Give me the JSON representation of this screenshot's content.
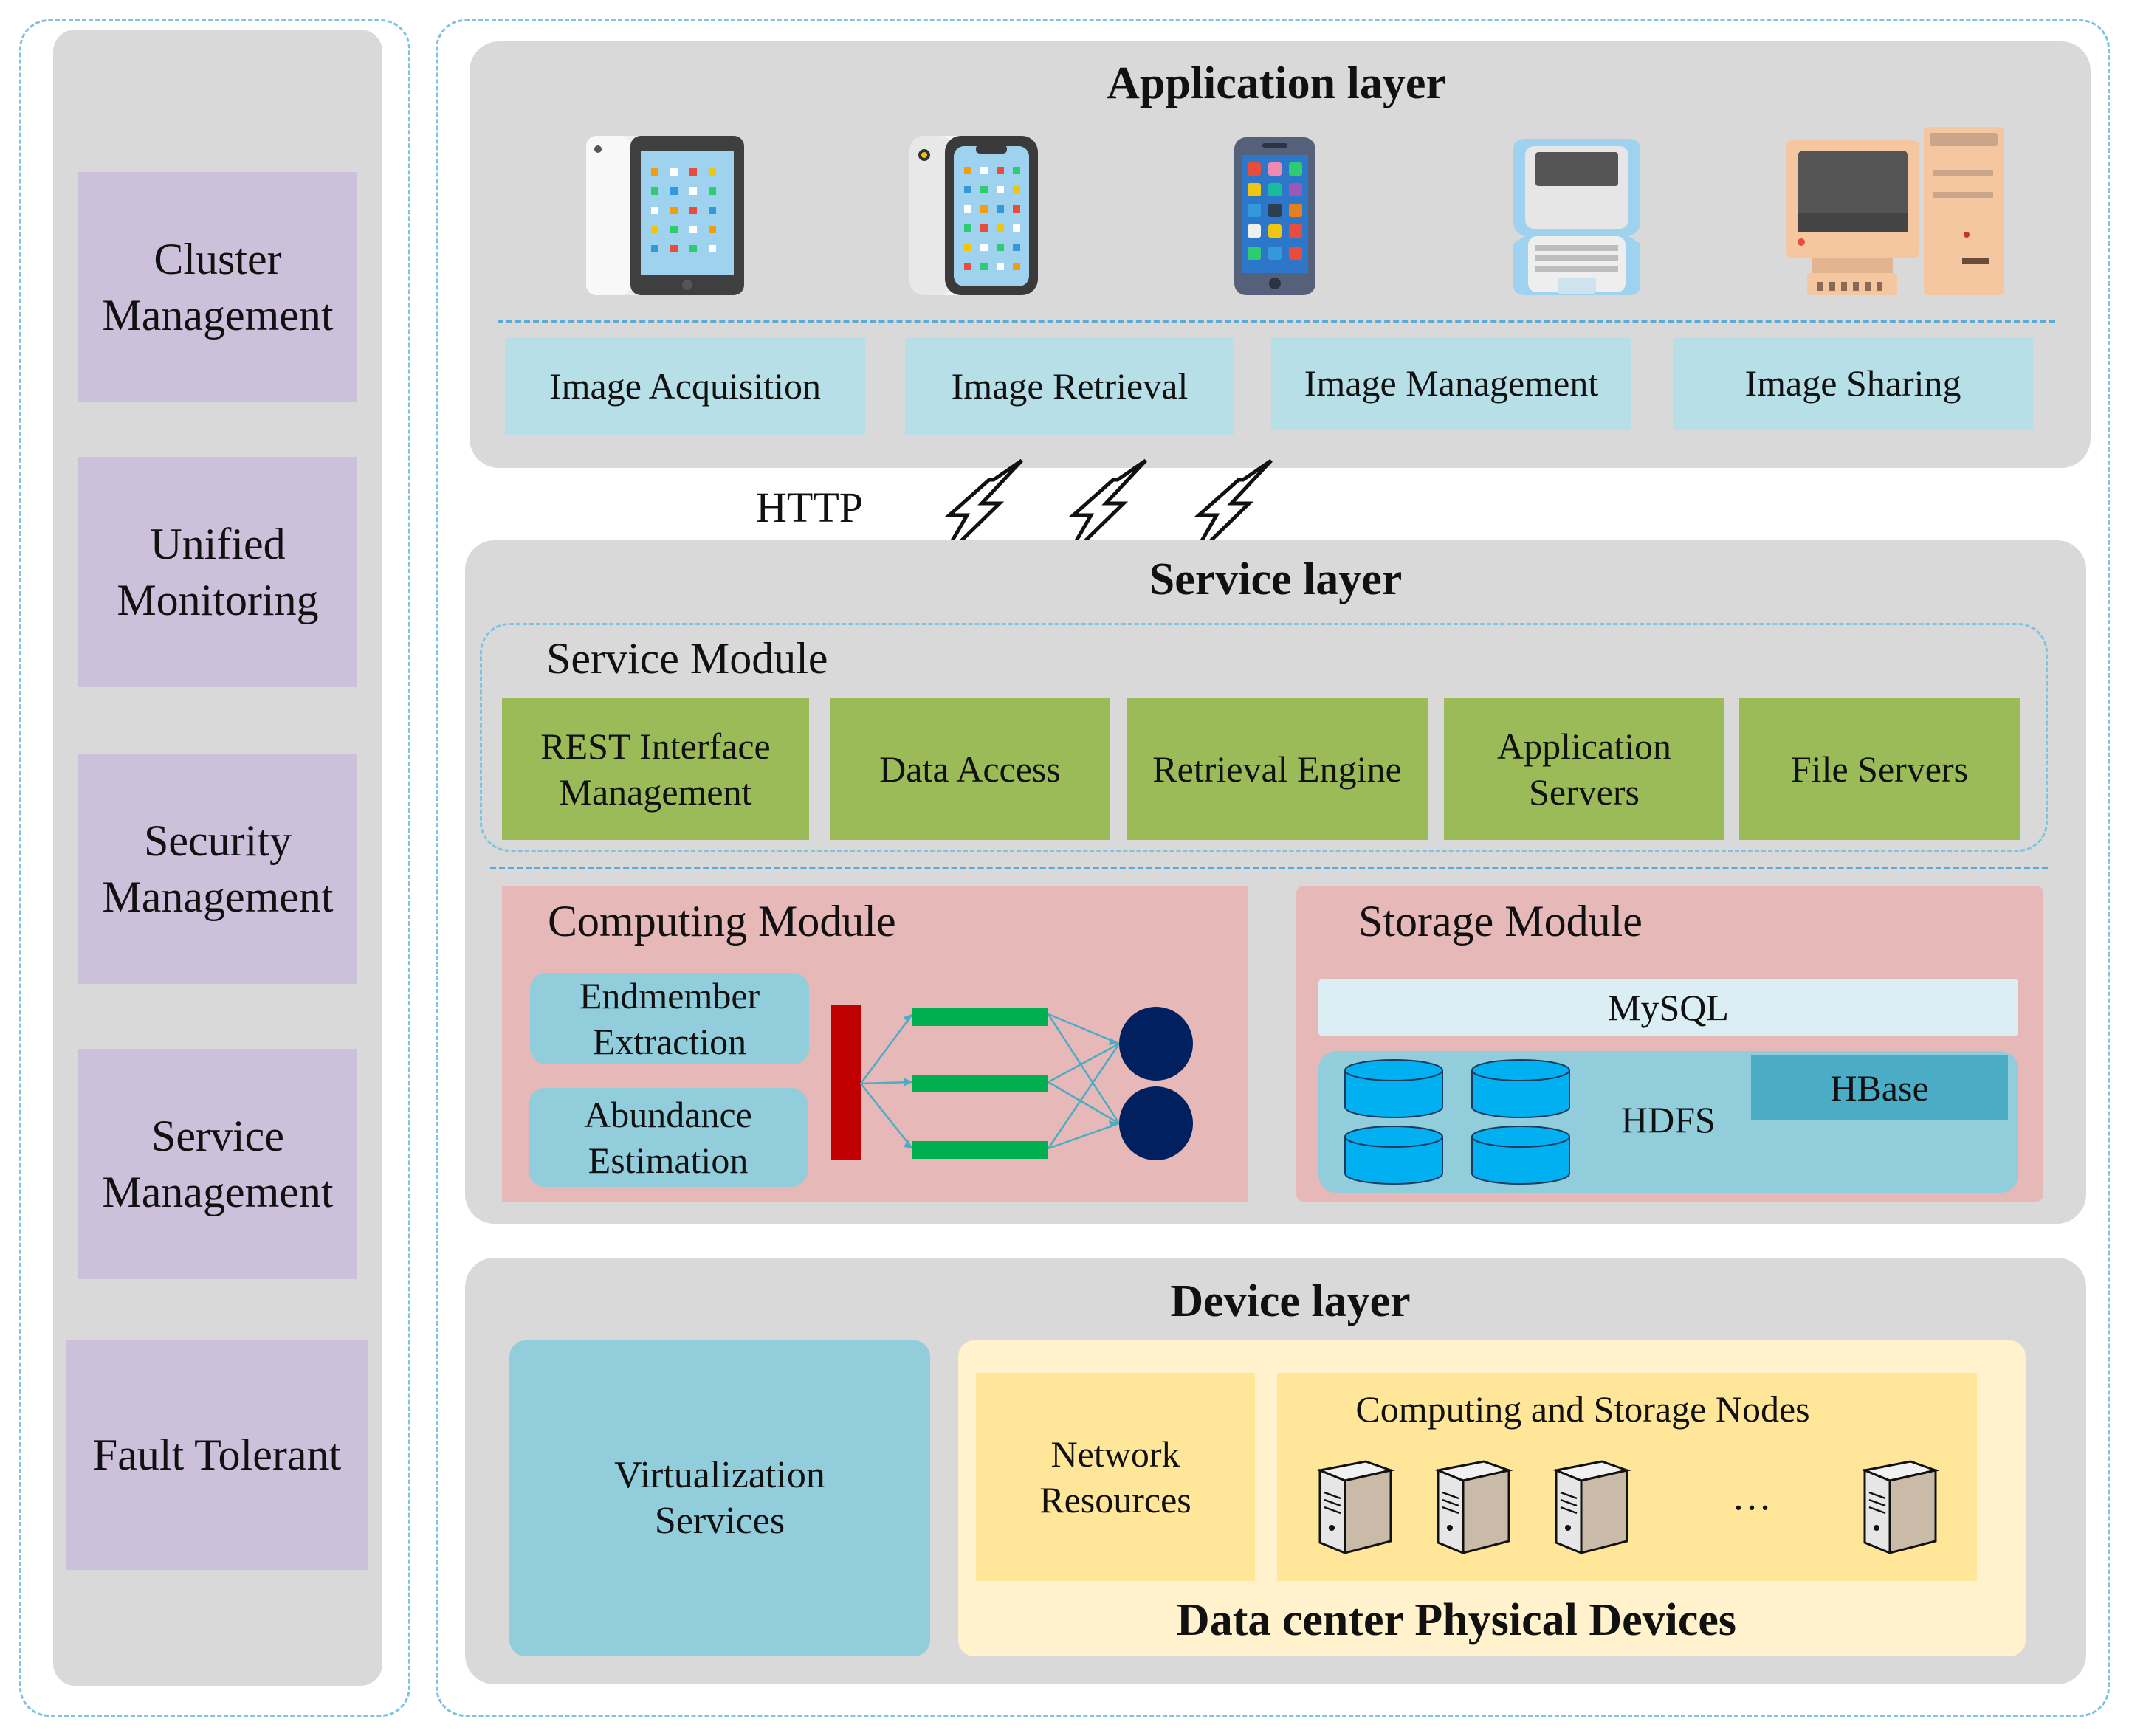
{
  "left_column": {
    "items": [
      {
        "label": "Cluster Management"
      },
      {
        "label": "Unified Monitoring"
      },
      {
        "label": "Security Management"
      },
      {
        "label": "Service Management"
      },
      {
        "label": "Fault Tolerant"
      }
    ]
  },
  "application_layer": {
    "title": "Application layer",
    "devices": [
      "tablet-icon",
      "smartphone-x-icon",
      "smartphone-icon",
      "laptop-icon",
      "desktop-computer-icon"
    ],
    "functions": [
      "Image Acquisition",
      "Image Retrieval",
      "Image Management",
      "Image Sharing"
    ]
  },
  "connector": {
    "label": "HTTP"
  },
  "service_layer": {
    "title": "Service layer",
    "service_module": {
      "title": "Service Module",
      "items": [
        "REST Interface Management",
        "Data Access",
        "Retrieval Engine",
        "Application Servers",
        "File Servers"
      ]
    },
    "computing_module": {
      "title": "Computing Module",
      "items": [
        "Endmember Extraction",
        "Abundance Estimation"
      ]
    },
    "storage_module": {
      "title": "Storage Module",
      "mysql": "MySQL",
      "hdfs": "HDFS",
      "hbase": "HBase"
    }
  },
  "device_layer": {
    "title": "Device layer",
    "virtualization": "Virtualization Services",
    "network": "Network Resources",
    "nodes_title": "Computing and Storage Nodes",
    "ellipsis": "…",
    "datacenter": "Data center Physical Devices"
  },
  "colors": {
    "panel_gray": "#d9d9d9",
    "purple": "#cdc0db",
    "light_blue": "#b7dfe8",
    "green": "#9bbb59",
    "pink": "#e6b9b8",
    "teal": "#92cddc",
    "yellow_outer": "#fff2cc",
    "yellow_inner": "#ffe699",
    "navy": "#002060",
    "red_bar": "#c00000",
    "green_bar": "#00b050"
  }
}
